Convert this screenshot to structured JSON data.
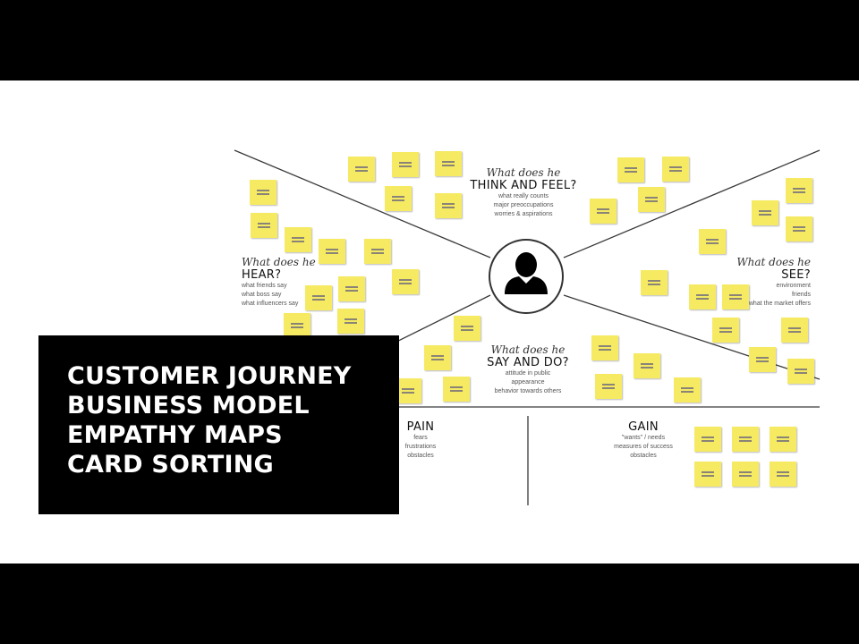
{
  "quadrants": {
    "think_feel": {
      "question": "What does he",
      "heading": "THINK AND FEEL?",
      "details": [
        "what really counts",
        "major preoccupations",
        "worries & aspirations"
      ]
    },
    "hear": {
      "question": "What does he",
      "heading": "HEAR?",
      "details": [
        "what friends say",
        "what boss say",
        "what influencers say"
      ]
    },
    "see": {
      "question": "What does he",
      "heading": "SEE?",
      "details": [
        "environment",
        "friends",
        "what the market offers"
      ]
    },
    "say_do": {
      "question": "What does he",
      "heading": "SAY AND DO?",
      "details": [
        "attitude in public",
        "appearance",
        "behavior towards others"
      ]
    },
    "pain": {
      "heading": "PAIN",
      "details": [
        "fears",
        "frustrations",
        "obstacles"
      ]
    },
    "gain": {
      "heading": "GAIN",
      "details": [
        "\"wants\" / needs",
        "measures of success",
        "obstacles"
      ]
    }
  },
  "center_icon": "person-silhouette-icon",
  "topics": [
    "CUSTOMER JOURNEY",
    "BUSINESS MODEL",
    "EMPATHY MAPS",
    "CARD SORTING"
  ],
  "colors": {
    "frame": "#000000",
    "slide": "#ffffff",
    "sticky_note": "#f5ea62",
    "line": "#3a3a3a"
  }
}
